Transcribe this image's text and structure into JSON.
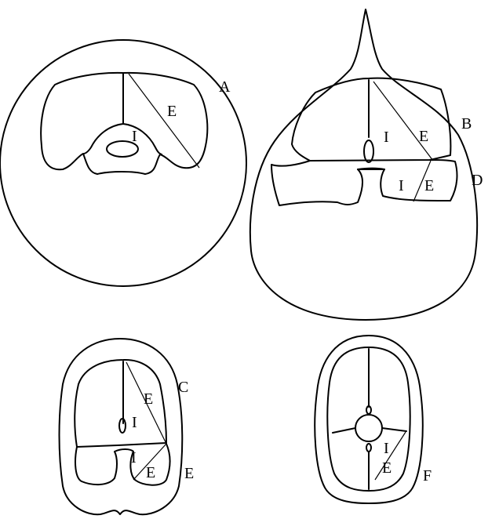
{
  "figure": {
    "panel_a": {
      "label": "A",
      "region_e": "E",
      "region_i": "I"
    },
    "panel_b": {
      "label": "B",
      "upper_e": "E",
      "upper_i": "I",
      "lower_label": "D",
      "lower_e": "E",
      "lower_i": "I"
    },
    "panel_c": {
      "label": "C",
      "upper_e": "E",
      "upper_i": "I",
      "lower_label": "E",
      "lower_e": "E",
      "lower_i": "I"
    },
    "panel_f": {
      "label": "F",
      "region_e": "E",
      "region_i": "I"
    }
  }
}
